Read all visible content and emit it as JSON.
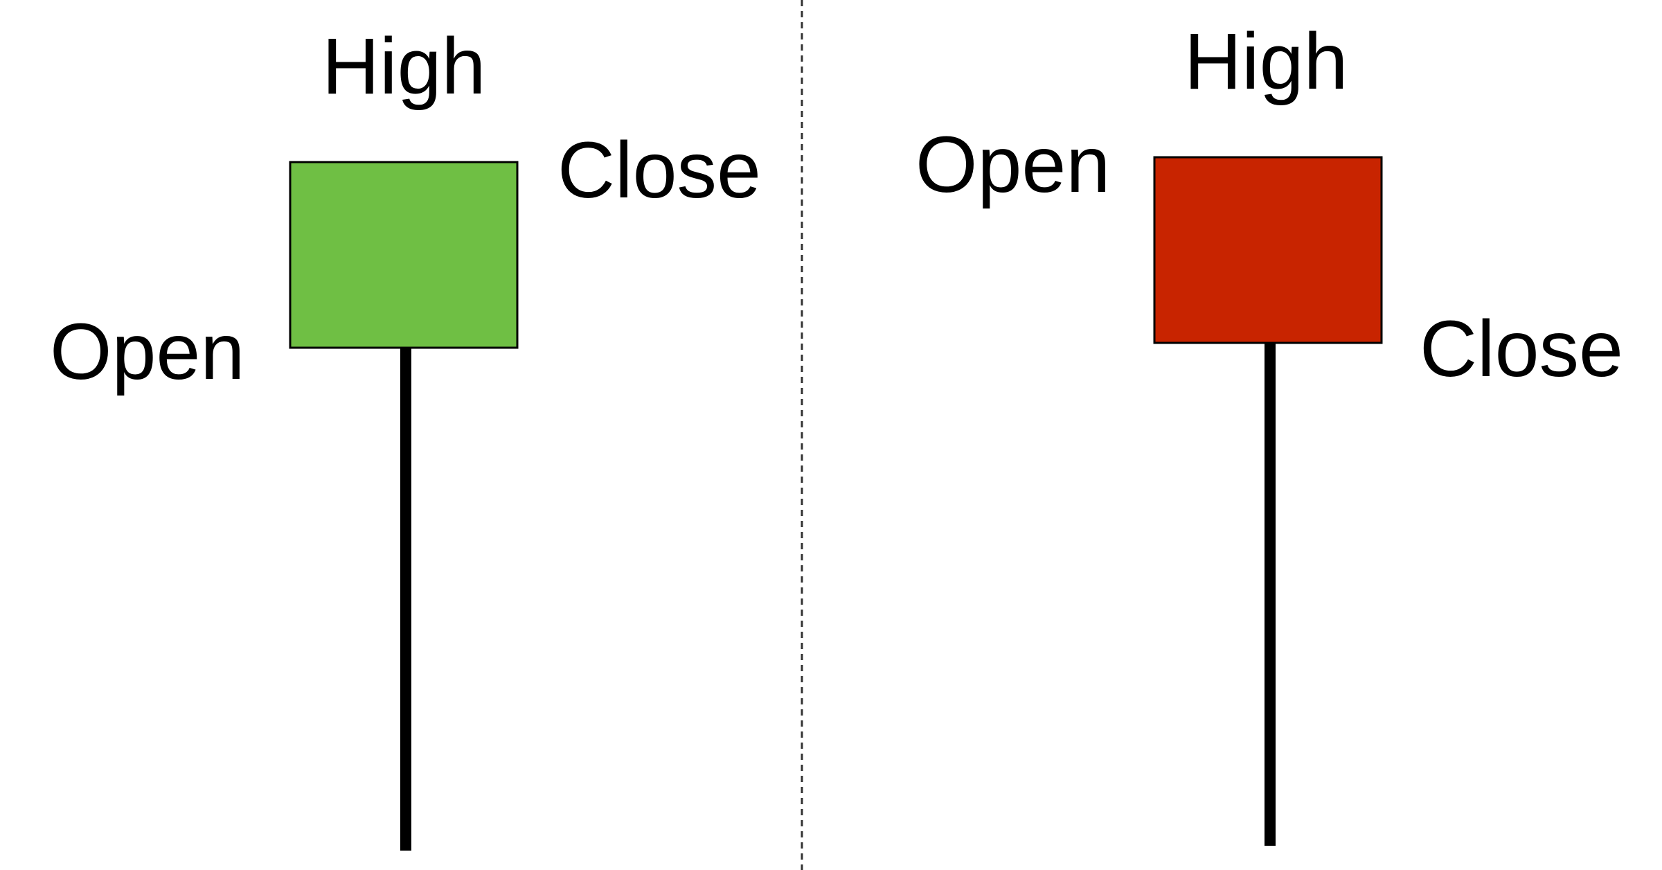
{
  "colors": {
    "bullish_body": "#6fbf44",
    "bearish_body": "#c82400",
    "outline": "#000000",
    "divider": "#333333"
  },
  "bullish_candle": {
    "high_label": "High",
    "close_label": "Close",
    "open_label": "Open"
  },
  "bearish_candle": {
    "high_label": "High",
    "open_label": "Open",
    "close_label": "Close"
  }
}
